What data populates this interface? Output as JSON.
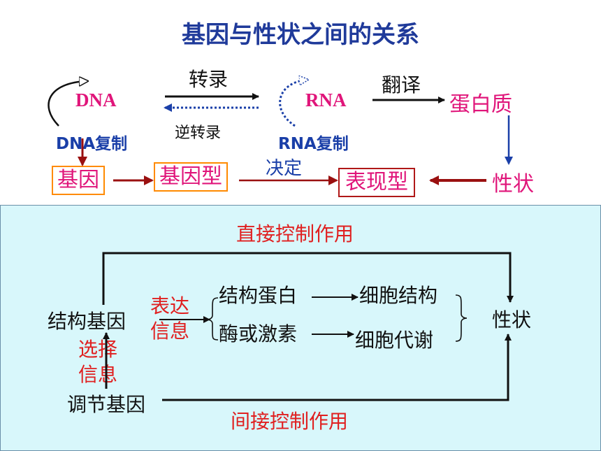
{
  "title": "基因与性状之间的关系",
  "top": {
    "dna": "DNA",
    "rna": "RNA",
    "protein": "蛋白质",
    "transcription": "转录",
    "reverse_transcription": "逆转录",
    "translation": "翻译",
    "dna_replication": "DNA复制",
    "rna_replication": "RNA复制",
    "gene": "基因",
    "genotype": "基因型",
    "determine": "决定",
    "phenotype": "表现型",
    "trait": "性状"
  },
  "panel": {
    "direct_control": "直接控制作用",
    "indirect_control": "间接控制作用",
    "structural_gene": "结构基因",
    "regulatory_gene": "调节基因",
    "express_info": [
      "表达",
      "信息"
    ],
    "select_info": [
      "选择",
      "信息"
    ],
    "structural_protein": "结构蛋白",
    "enzyme_or_hormone": "酶或激素",
    "cell_structure": "细胞结构",
    "cell_metabolism": "细胞代谢",
    "trait": "性状"
  },
  "colors": {
    "title": "#1f3a9a",
    "magenta": "#e0157a",
    "red": "#e02020",
    "dark_red": "#9a1010",
    "blue": "#1a3fa8",
    "panel_bg": "#d8f7fb",
    "box_orange": "#ff8a00"
  }
}
